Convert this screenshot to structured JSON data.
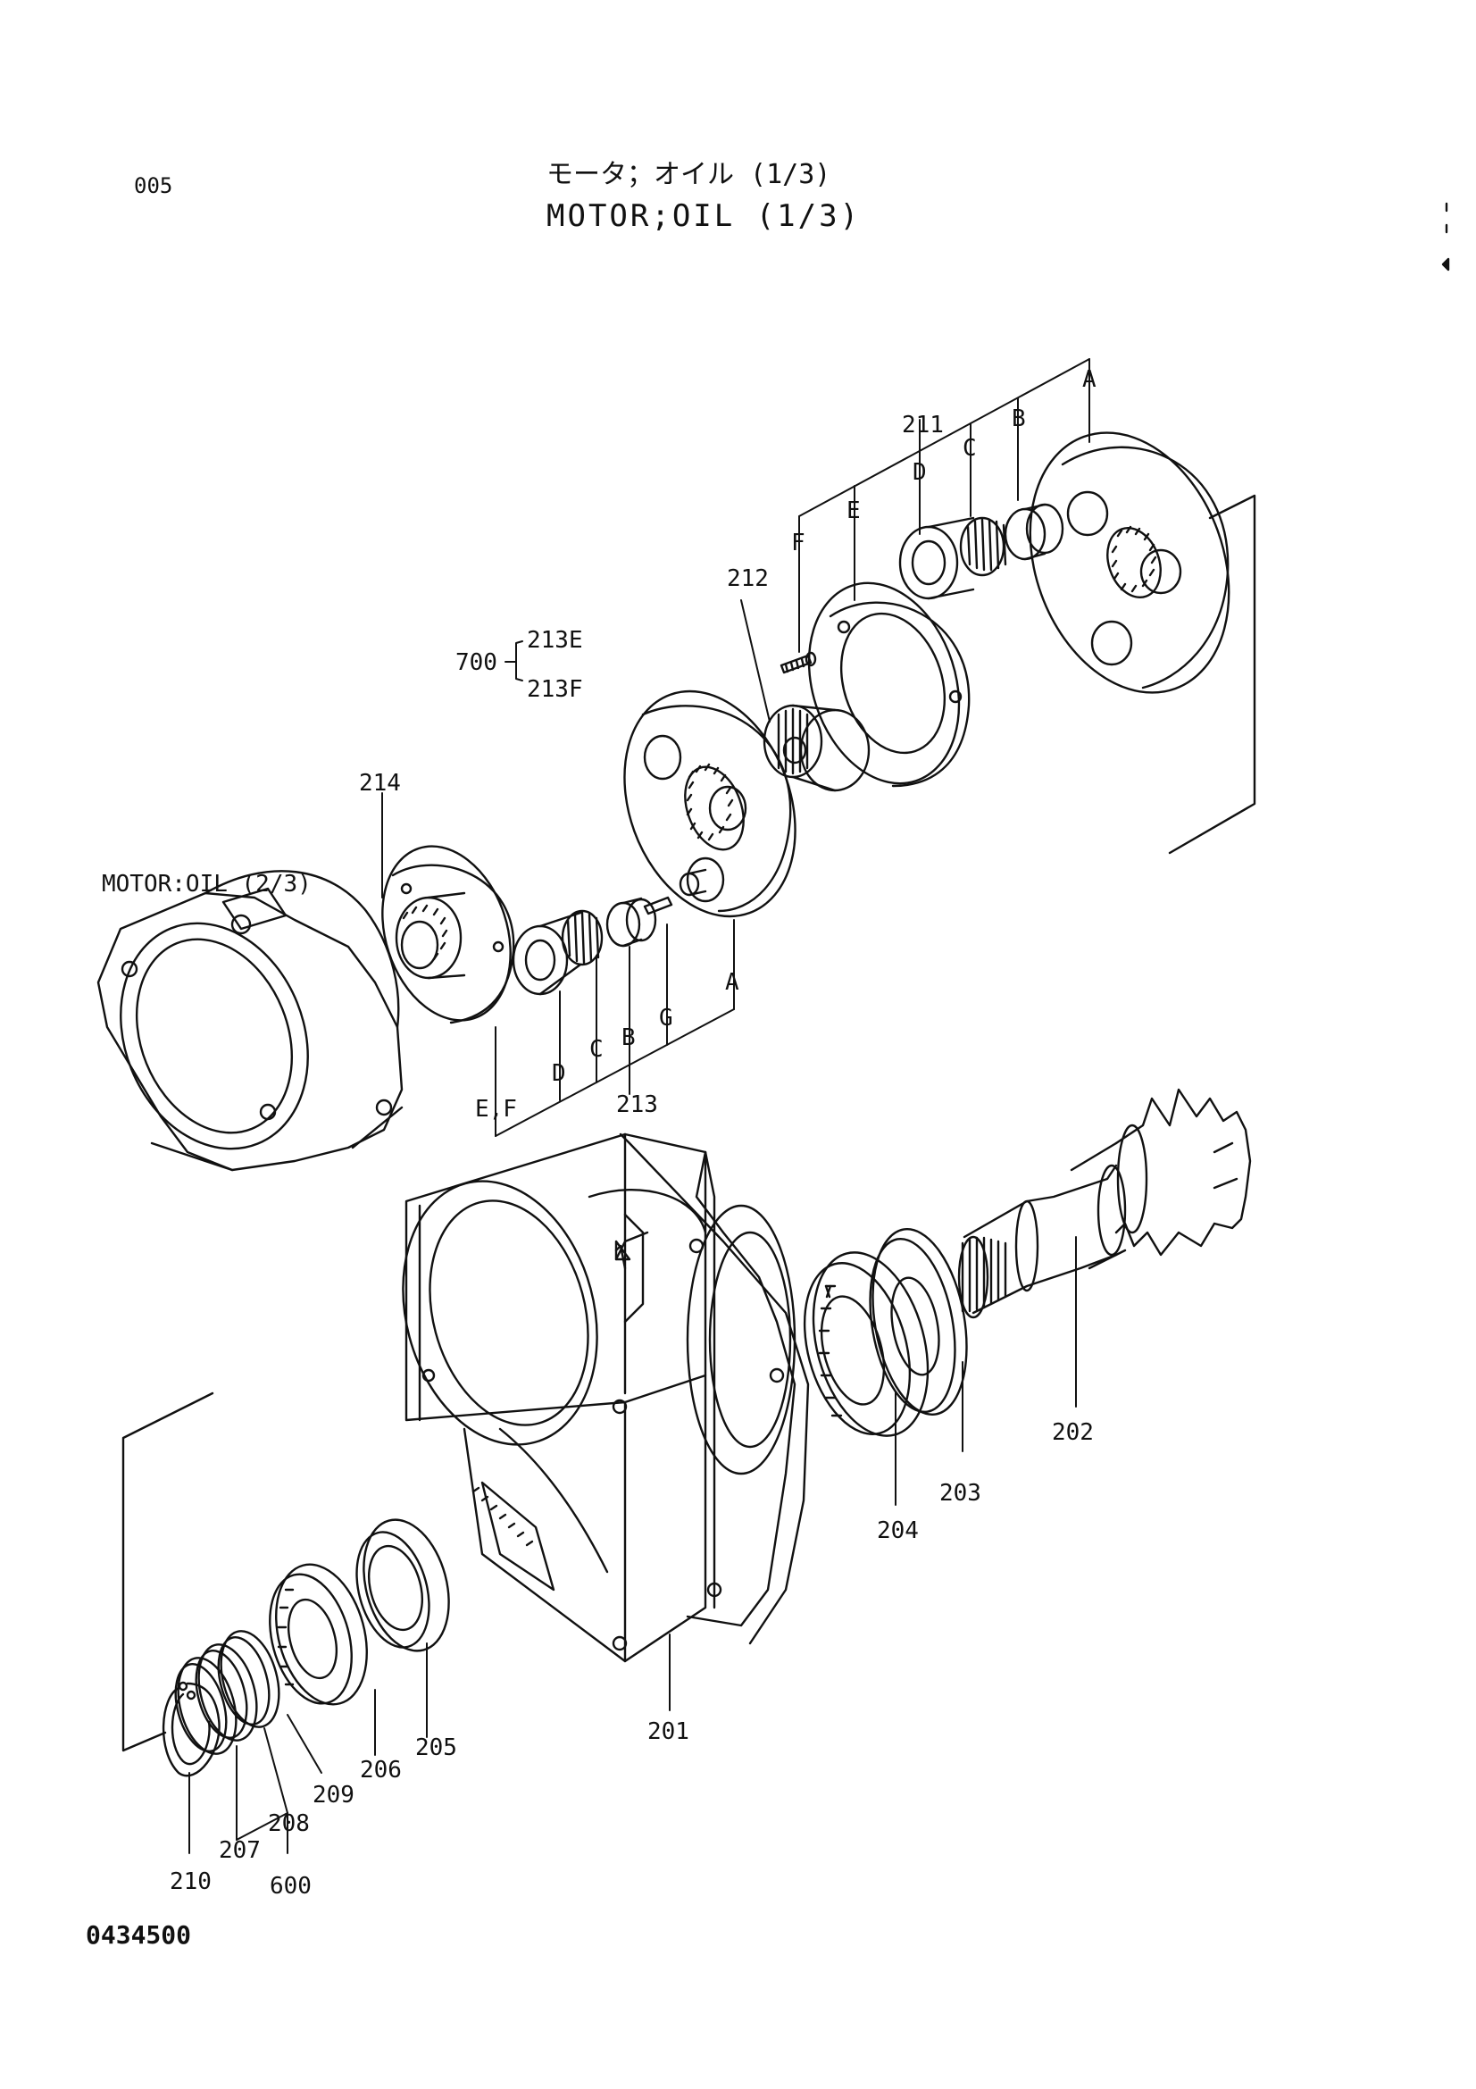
{
  "page_code": "005",
  "title_jp": "モータ；オイル (1/3)",
  "title_en": "MOTOR;OIL (1/3)",
  "drawing_number": "0434500",
  "cross_reference": "MOTOR:OIL (2/3)",
  "callouts": {
    "c201": "201",
    "c202": "202",
    "c203": "203",
    "c204": "204",
    "c205": "205",
    "c206": "206",
    "c207": "207",
    "c208": "208",
    "c209": "209",
    "c210": "210",
    "c211": "211",
    "c212": "212",
    "c213": "213",
    "c214": "214",
    "c600": "600",
    "c700": "700",
    "c213E": "213E",
    "c213F": "213F"
  },
  "sub_labels_211": {
    "A": "A",
    "B": "B",
    "C": "C",
    "D": "D",
    "E": "E",
    "F": "F"
  },
  "sub_labels_213": {
    "A": "A",
    "G": "G",
    "B": "B",
    "C": "C",
    "D": "D",
    "EF": "E,F"
  }
}
